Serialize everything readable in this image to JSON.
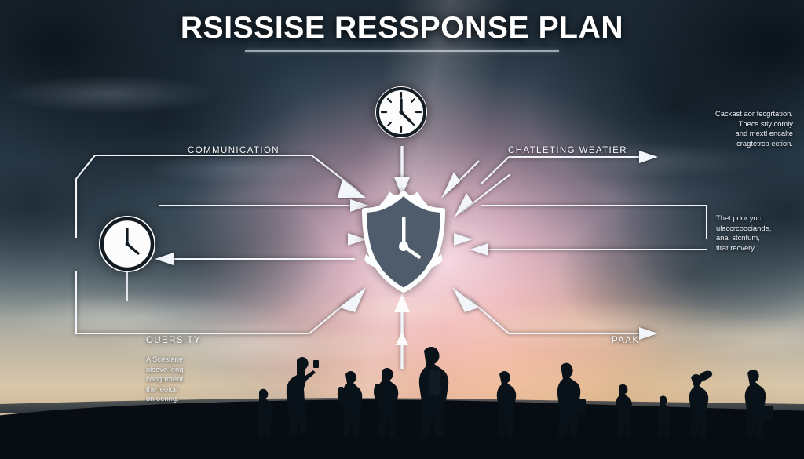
{
  "poster": {
    "title": "RSISSISE RESSPONSE PLAN",
    "accent_color": "#f2f6fa",
    "shield_fill": "#4e5c6b"
  },
  "labels": {
    "left_top": "COMMUNICATION",
    "right_top": "CHATLETING WEATIER",
    "left_bottom": "OUERSITY",
    "right_bottom": "PAAK"
  },
  "notes": {
    "top_right": {
      "line1": "Cackast aor fecgrtation.",
      "line2": "Thecs stly comly",
      "line3": "and mextl encalte",
      "line4": "cragtetrcp ection."
    },
    "mid_right": {
      "line1": "Thet pdor yoct",
      "line2": "ulaccrcoociande,",
      "line3": "anal stcnfum,",
      "line4": "tirat recvery"
    },
    "bottom_left": {
      "line1": "A Sceslane",
      "line2": "aisove long",
      "line3": "congrtment",
      "line4": "the leotce",
      "line5": "on oenng."
    }
  },
  "icons": {
    "center": "shield-clock-icon",
    "top": "clock-icon",
    "left": "clock-icon",
    "crowd": "people-silhouette-group"
  }
}
